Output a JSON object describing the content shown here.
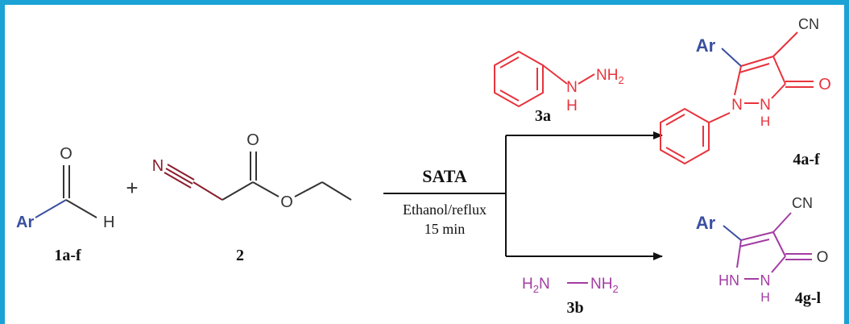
{
  "colors": {
    "frame": "#1aa3d4",
    "ar_blue": "#3a4fa0",
    "reagent_red": "#e8333c",
    "hydrazine_purple": "#a33ca3",
    "nitrile_dark_red": "#8b1d2c",
    "ink": "#111111",
    "bond_gray": "#333333"
  },
  "compounds": {
    "aldehyde": {
      "label": "1a-f",
      "ar": "Ar",
      "o": "O",
      "h": "H"
    },
    "ester": {
      "label": "2",
      "n": "N",
      "o1": "O",
      "o2": "O"
    },
    "phenylhydrazine": {
      "label": "3a",
      "nh2": "NH",
      "sub2": "2",
      "n": "N",
      "h": "H"
    },
    "hydrazine": {
      "label": "3b",
      "h2n": "H",
      "sub2a": "2",
      "n_a": "N",
      "nh2": "NH",
      "sub2b": "2"
    },
    "product_a": {
      "label": "4a-f",
      "ar": "Ar",
      "cn": "CN",
      "o": "O",
      "n1": "N",
      "n2": "N",
      "h": "H"
    },
    "product_b": {
      "label": "4g-l",
      "ar": "Ar",
      "cn": "CN",
      "o": "O",
      "hn": "HN",
      "n": "N",
      "h": "H"
    }
  },
  "plus_sign": "+",
  "conditions": {
    "catalyst": "SATA",
    "solvent": "Ethanol/reflux",
    "time": "15 min"
  }
}
